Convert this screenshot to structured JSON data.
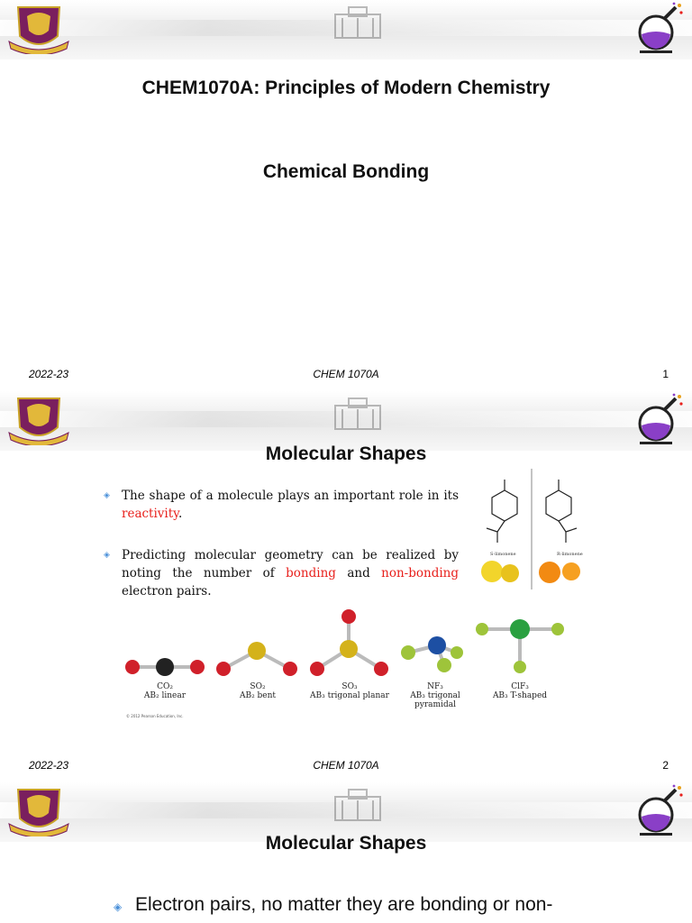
{
  "slides": [
    {
      "title": "CHEM1070A: Principles of Modern Chemistry",
      "subtitle": "Chemical Bonding",
      "footer": {
        "left": "2022-23",
        "center": "CHEM 1070A",
        "page": "1"
      }
    },
    {
      "title": "Molecular Shapes",
      "bullets": [
        {
          "before": "The shape of a molecule plays an important role in its ",
          "highlight": "reactivity",
          "after": "."
        },
        {
          "before": "Predicting molecular geometry can be realized by noting the number of ",
          "highlight": "bonding",
          "middle": " and ",
          "highlight2": "non-bonding",
          "after": " electron pairs."
        }
      ],
      "limonene": {
        "left_label": "S-limonene",
        "right_label": "R-limonene"
      },
      "molecules": [
        {
          "formula": "CO₂",
          "geometry": "AB₂ linear"
        },
        {
          "formula": "SO₂",
          "geometry": "AB₂ bent"
        },
        {
          "formula": "SO₃",
          "geometry": "AB₃ trigonal planar"
        },
        {
          "formula": "NF₃",
          "geometry": "AB₃ trigonal pyramidal"
        },
        {
          "formula": "ClF₃",
          "geometry": "AB₃ T-shaped"
        }
      ],
      "copyright": "© 2012 Pearson Education, Inc.",
      "footer": {
        "left": "2022-23",
        "center": "CHEM 1070A",
        "page": "2"
      }
    },
    {
      "title": "Molecular Shapes",
      "bullet": "Electron pairs, no matter they are bonding or non-"
    }
  ],
  "colors": {
    "highlight": "#e8201c",
    "bullet": "#4a90d9",
    "oxygen": "#d0202a",
    "carbon": "#222222",
    "sulfur": "#d4b21a",
    "nitrogen": "#1d4fa3",
    "fluorine": "#9ec43a",
    "chlorine": "#2aa040"
  }
}
